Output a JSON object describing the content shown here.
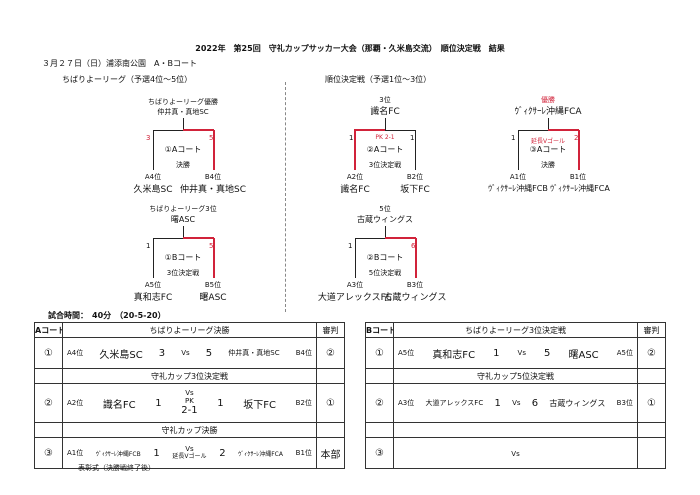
{
  "header": {
    "title": "2022年　第25回　守礼カップサッカー大会（那覇・久米島交流）　順位決定戦　結果",
    "date_venue": "３月２７日（日）浦添南公園　A・Bコート",
    "left_section": "ちばりよーリーグ（予選4位～5位）",
    "right_section": "順位決定戦（予選1位～3位）"
  },
  "brackets": {
    "final": {
      "title1": "ちばりよーリーグ優勝",
      "winner": "仲井真・真地SC",
      "left_score": "3",
      "right_score": "5",
      "court": "①Aコート",
      "round": "決勝",
      "left_seed": "A4位",
      "right_seed": "B4位",
      "left_team": "久米島SC",
      "right_team": "仲井真・真地SC"
    },
    "third": {
      "title1": "ちばりよーリーグ3位",
      "winner": "曙ASC",
      "left_score": "1",
      "right_score": "5",
      "court": "①Bコート",
      "round": "3位決定戦",
      "left_seed": "A5位",
      "right_seed": "B5位",
      "left_team": "真和志FC",
      "right_team": "曙ASC"
    },
    "rank3": {
      "title1": "3位",
      "winner": "識名FC",
      "left_score": "1",
      "right_score": "1",
      "pk": "PK 2-1",
      "court": "②Aコート",
      "round": "3位決定戦",
      "left_seed": "A2位",
      "right_seed": "B2位",
      "left_team": "識名FC",
      "right_team": "坂下FC"
    },
    "champion": {
      "title1": "優勝",
      "winner": "ｳﾞｨｸｻｰﾚ沖縄FCA",
      "left_score": "1",
      "right_score": "2",
      "note": "延長Vゴール",
      "court": "③Aコート",
      "round": "決勝",
      "left_seed": "A1位",
      "right_seed": "B1位",
      "left_team": "ｳﾞｨｸｻｰﾚ沖縄FCB",
      "right_team": "ｳﾞｨｸｻｰﾚ沖縄FCA"
    },
    "rank5": {
      "title1": "5位",
      "winner": "古蔵ウィングス",
      "left_score": "1",
      "right_score": "6",
      "court": "②Bコート",
      "round": "5位決定戦",
      "left_seed": "A3位",
      "right_seed": "B3位",
      "left_team": "大道アレックスFC",
      "right_team": "古蔵ウィングス"
    }
  },
  "match_time": "試合時間：　40分　（20-5-20）",
  "table_a": {
    "court": "Aコート",
    "ref_label": "審判",
    "rows": [
      {
        "label": "ちばりよーリーグ決勝",
        "num": "①",
        "ls": "A4位",
        "lt": "久米島SC",
        "sl": "3",
        "vs": "Vs",
        "sr": "5",
        "rt": "仲井真・真地SC",
        "rs": "B4位",
        "ref": "②"
      },
      {
        "label": "守礼カップ3位決定戦",
        "num": "②",
        "ls": "A2位",
        "lt": "識名FC",
        "sl": "1",
        "vs": "Vs",
        "sr": "1",
        "pk": "PK",
        "pks": "2-1",
        "rt": "坂下FC",
        "rs": "B2位",
        "ref": "①"
      },
      {
        "label": "守礼カップ決勝",
        "num": "③",
        "ls": "A1位",
        "lt": "ｳﾞｨｸｻｰﾚ沖縄FCB",
        "sl": "1",
        "vs": "Vs",
        "sr": "2",
        "note": "延長Vゴール",
        "rt": "ｳﾞｨｸｻｰﾚ沖縄FCA",
        "rs": "B1位",
        "ref": "本部"
      }
    ],
    "footer": "表彰式（決勝戦終了後）"
  },
  "table_b": {
    "court": "Bコート",
    "ref_label": "審判",
    "rows": [
      {
        "label": "ちばりよーリーグ3位決定戦",
        "num": "①",
        "ls": "A5位",
        "lt": "真和志FC",
        "sl": "1",
        "vs": "Vs",
        "sr": "5",
        "rt": "曙ASC",
        "rs": "A5位",
        "ref": "②"
      },
      {
        "label": "守礼カップ5位決定戦",
        "num": "②",
        "ls": "A3位",
        "lt": "大道アレックスFC",
        "sl": "1",
        "vs": "Vs",
        "sr": "6",
        "rt": "古蔵ウィングス",
        "rs": "B3位",
        "ref": "①"
      },
      {
        "label": "",
        "num": "③",
        "vs": "Vs"
      }
    ]
  },
  "colors": {
    "win_line": "#d1233a",
    "line": "#222222"
  }
}
